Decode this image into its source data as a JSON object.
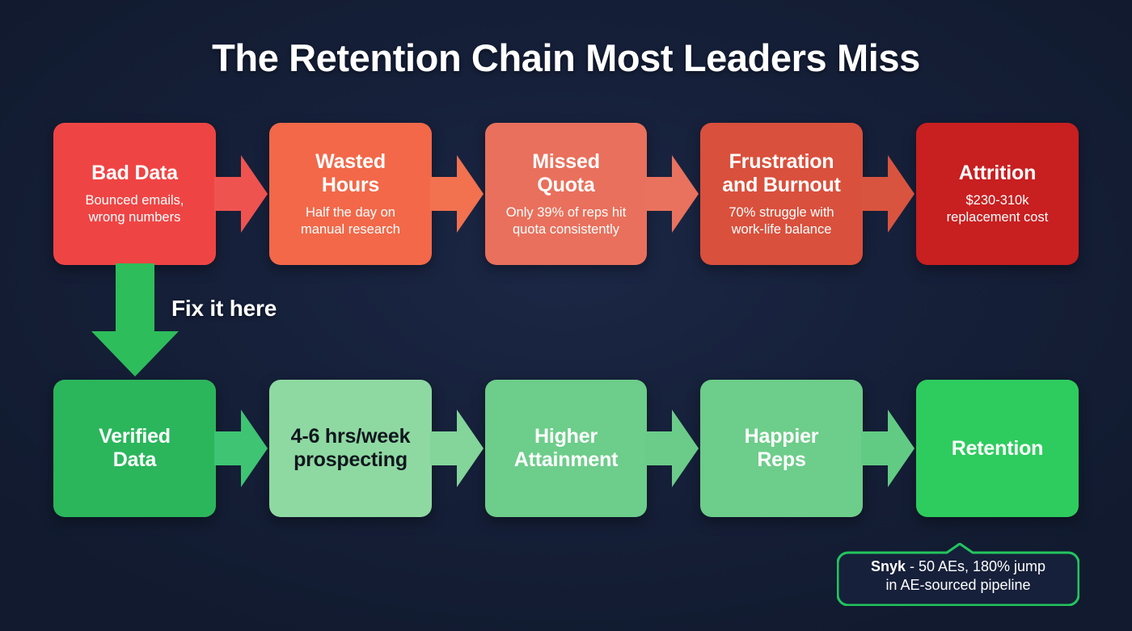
{
  "title": "The Retention Chain Most Leaders Miss",
  "colors": {
    "background": "#141d33",
    "problem_1": "#ef4444",
    "problem_2": "#f26849",
    "problem_3": "#e9705c",
    "problem_4": "#d9503c",
    "problem_5": "#c81f20",
    "solution_1": "#2bb65c",
    "solution_2": "#8ed9a1",
    "solution_3": "#6dcd8a",
    "solution_4": "#6dcd8a",
    "solution_5": "#2ecc5e",
    "accent_green": "#22c55e",
    "callout_border": "#22c55e"
  },
  "problem_chain": {
    "label": "problem-chain",
    "steps": [
      {
        "title": "Bad Data",
        "subtitle": "Bounced emails,\nwrong numbers"
      },
      {
        "title": "Wasted\nHours",
        "subtitle": "Half the day on\nmanual research"
      },
      {
        "title": "Missed\nQuota",
        "subtitle": "Only 39% of reps hit\nquota consistently"
      },
      {
        "title": "Frustration\nand Burnout",
        "subtitle": "70% struggle with\nwork-life balance"
      },
      {
        "title": "Attrition",
        "subtitle": "$230-310k\nreplacement cost"
      }
    ]
  },
  "fix_marker": {
    "label": "Fix it here"
  },
  "solution_chain": {
    "label": "solution-chain",
    "steps": [
      {
        "title": "Verified\nData",
        "subtitle": ""
      },
      {
        "title": "4-6 hrs/week\nprospecting",
        "subtitle": ""
      },
      {
        "title": "Higher\nAttainment",
        "subtitle": ""
      },
      {
        "title": "Happier\nReps",
        "subtitle": ""
      },
      {
        "title": "Retention",
        "subtitle": ""
      }
    ]
  },
  "callout": {
    "brand": "Snyk",
    "rest": " - 50 AEs, 180% jump",
    "line2": "in AE-sourced pipeline",
    "full_text": "Snyk - 50 AEs, 180% jump in AE-sourced pipeline"
  }
}
